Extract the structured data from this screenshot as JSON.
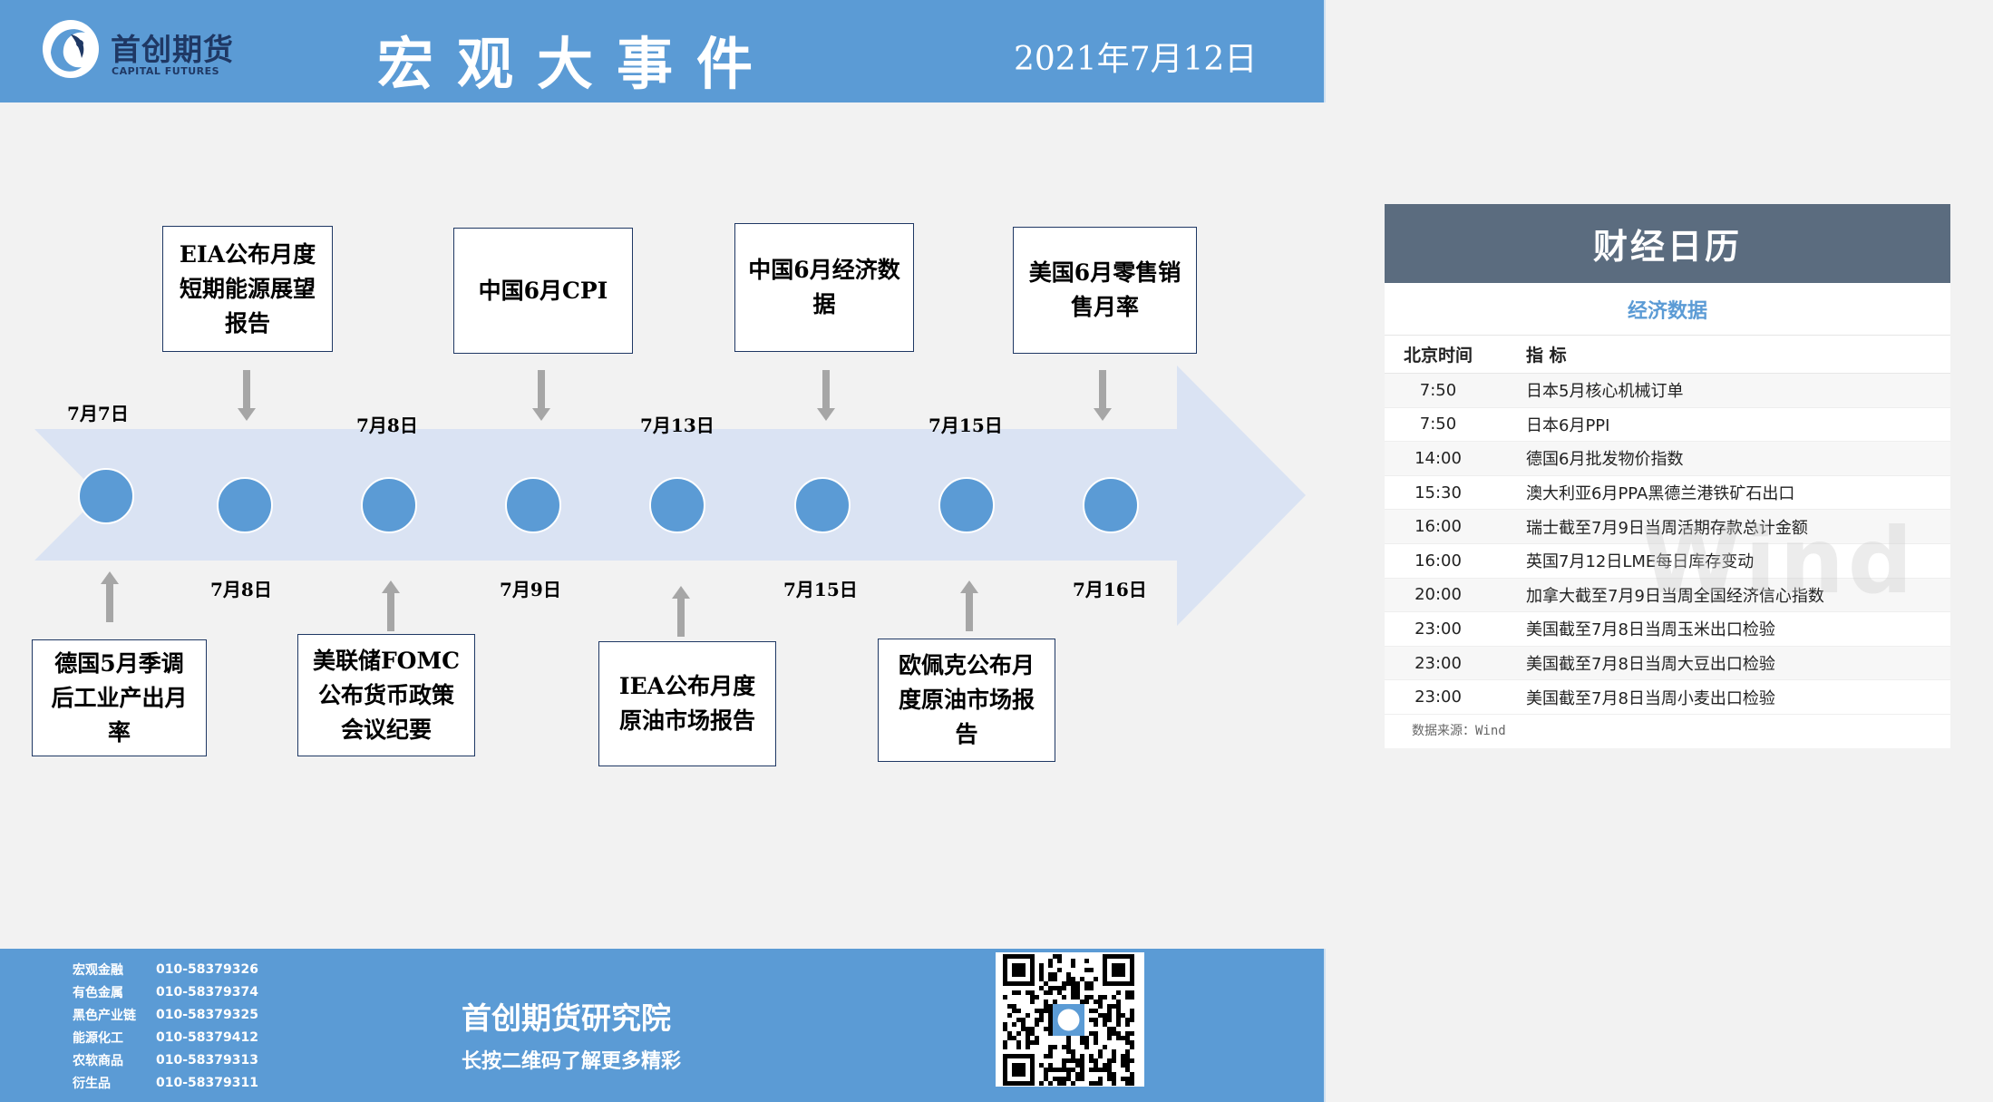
{
  "header": {
    "logo_cn": "首创期货",
    "logo_en": "CAPITAL FUTURES",
    "title": "宏观大事件",
    "date": "2021年7月12日"
  },
  "timeline": {
    "dates_top": [
      "7月7日",
      "7月8日",
      "7月13日",
      "7月15日"
    ],
    "dates_bottom": [
      "7月8日",
      "7月9日",
      "7月15日",
      "7月16日"
    ],
    "events_top": [
      [
        "EIA公布月度",
        "短期能源展望",
        "报告"
      ],
      [
        "中国6月CPI"
      ],
      [
        "中国6月经济数",
        "据"
      ],
      [
        "美国6月零售销",
        "售月率"
      ]
    ],
    "events_bottom": [
      [
        "德国5月季调",
        "后工业产出月",
        "率"
      ],
      [
        "美联储FOMC",
        "公布货币政策",
        "会议纪要"
      ],
      [
        "IEA公布月度",
        "原油市场报告"
      ],
      [
        "欧佩克公布月",
        "度原油市场报",
        "告"
      ]
    ]
  },
  "calendar": {
    "title": "财经日历",
    "subtitle": "经济数据",
    "col_time": "北京时间",
    "col_item": "指 标",
    "rows": [
      {
        "time": "7:50",
        "item": "日本5月核心机械订单"
      },
      {
        "time": "7:50",
        "item": "日本6月PPI"
      },
      {
        "time": "14:00",
        "item": "德国6月批发物价指数"
      },
      {
        "time": "15:30",
        "item": "澳大利亚6月PPA黑德兰港铁矿石出口"
      },
      {
        "time": "16:00",
        "item": "瑞士截至7月9日当周活期存款总计金额"
      },
      {
        "time": "16:00",
        "item": "英国7月12日LME每日库存变动"
      },
      {
        "time": "20:00",
        "item": "加拿大截至7月9日当周全国经济信心指数"
      },
      {
        "time": "23:00",
        "item": "美国截至7月8日当周玉米出口检验"
      },
      {
        "time": "23:00",
        "item": "美国截至7月8日当周大豆出口检验"
      },
      {
        "time": "23:00",
        "item": "美国截至7月8日当周小麦出口检验"
      }
    ],
    "source": "数据来源：Wind",
    "watermark": "Wind"
  },
  "footer": {
    "contacts": [
      {
        "name": "宏观金融",
        "phone": "010-58379326"
      },
      {
        "name": "有色金属",
        "phone": "010-58379374"
      },
      {
        "name": "黑色产业链",
        "phone": "010-58379325"
      },
      {
        "name": "能源化工",
        "phone": "010-58379412"
      },
      {
        "name": "农软商品",
        "phone": "010-58379313"
      },
      {
        "name": "衍生品",
        "phone": "010-58379311"
      }
    ],
    "title": "首创期货研究院",
    "subtitle": "长按二维码了解更多精彩"
  },
  "colors": {
    "accent": "#5b9bd5",
    "navy": "#1f3864",
    "arrow": "#dae3f3",
    "calendar_header": "#5b6c7f"
  }
}
